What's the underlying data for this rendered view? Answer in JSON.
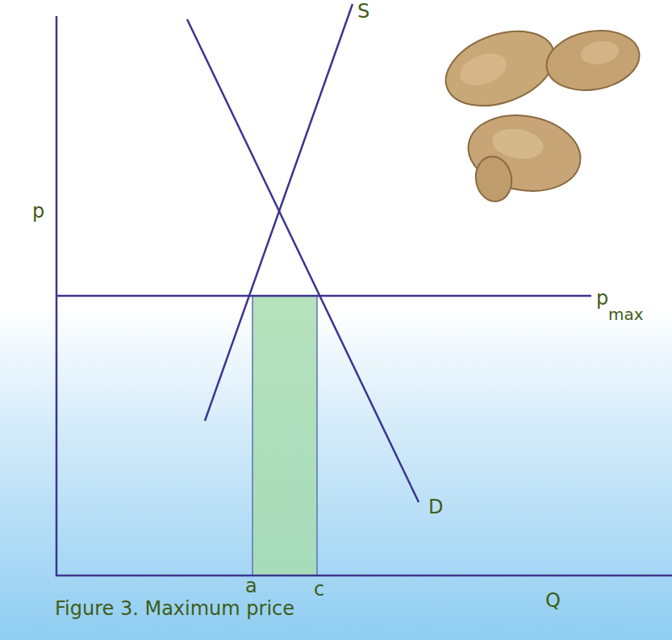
{
  "diagram": {
    "caption": "Figure 3. Maximum price",
    "labels": [
      "S",
      "p",
      "p",
      "max",
      "D",
      "a",
      "c",
      "Q"
    ]
  }
}
